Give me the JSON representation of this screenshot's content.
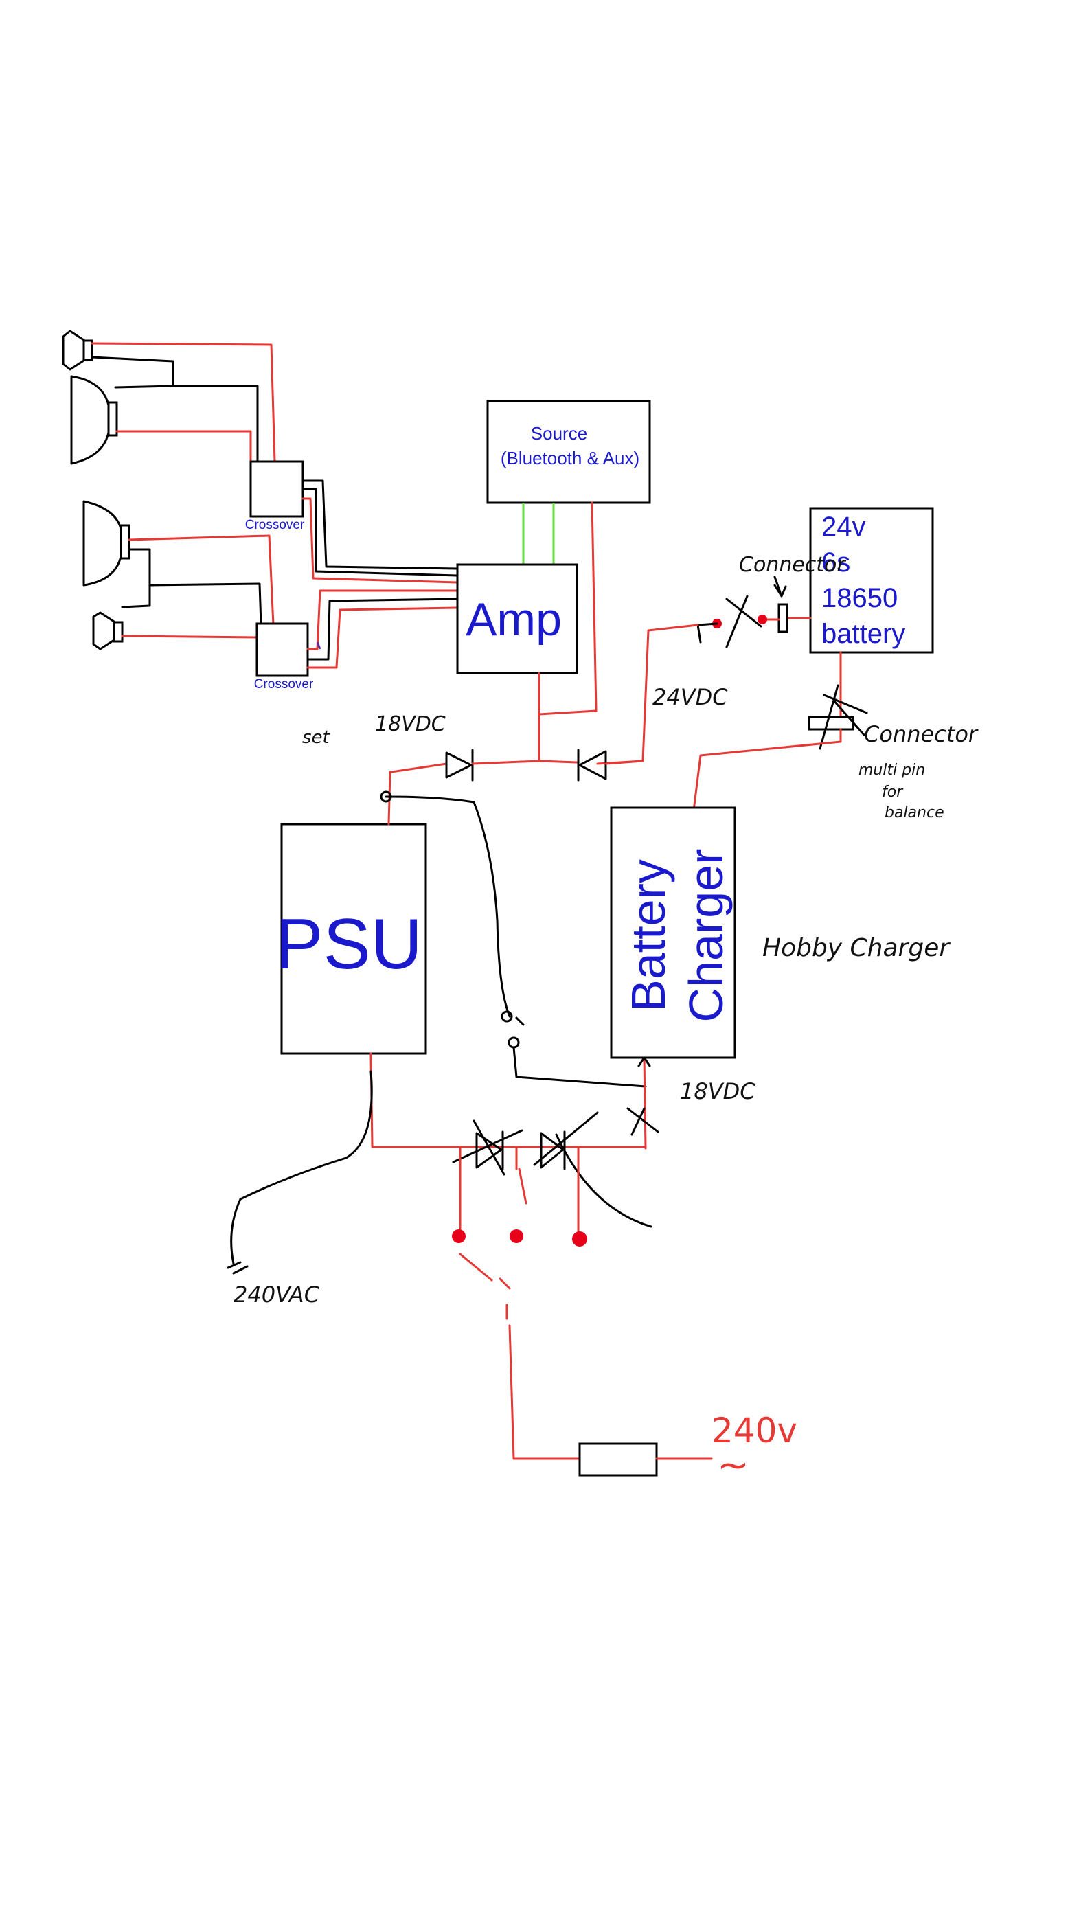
{
  "blocks": {
    "source_line1": "Source",
    "source_line2": "(Bluetooth & Aux)",
    "amp": "Amp",
    "battery_line1": "24v",
    "battery_line2": "6s",
    "battery_line3": "18650",
    "battery_line4": "battery",
    "psu": "PSU",
    "charger_line1": "Battery",
    "charger_line2": "Charger",
    "crossover_top": "Crossover",
    "crossover_bottom": "Crossover"
  },
  "annotations": {
    "connector_top": "Connector",
    "connector_bottom": "Connector",
    "multi_pin_line1": "multi pin",
    "multi_pin_line2": "for",
    "multi_pin_line3": "balance",
    "set_label": "set",
    "psu_voltage": "18VDC",
    "battery_voltage": "24VDC",
    "hobby_charger": "Hobby Charger",
    "charger_voltage": "18VDC",
    "mains_ac": "240VAC",
    "mains_in": "240v",
    "mains_symbol": "~"
  },
  "colors": {
    "block_text": "#1a1acc",
    "wire_power": "#e53935",
    "wire_signal": "#000000",
    "wire_audio": "#66dd44"
  }
}
